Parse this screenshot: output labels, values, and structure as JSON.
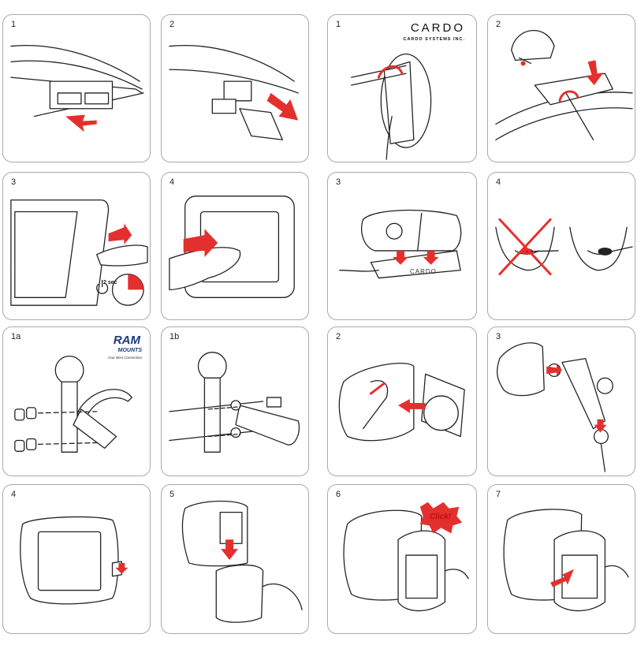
{
  "logos": {
    "cardo_name": "CARDO",
    "cardo_sub": "CARDO SYSTEMS INC.",
    "ram_name": "RAM",
    "ram_sub": "MOUNTS",
    "ram_tag": "Your Best Connection"
  },
  "colors": {
    "accent": "#e3302e",
    "stroke": "#222222",
    "panel_border": "#a9a9a9",
    "ram_blue": "#1b3a7a"
  },
  "panels": [
    {
      "step": "1"
    },
    {
      "step": "2"
    },
    {
      "step": "1"
    },
    {
      "step": "2"
    },
    {
      "step": "3",
      "timer_label": "2 sec",
      "icon": "power-icon"
    },
    {
      "step": "4"
    },
    {
      "step": "3",
      "device_label": "CARDO"
    },
    {
      "step": "4"
    },
    {
      "step": "1a"
    },
    {
      "step": "1b"
    },
    {
      "step": "2"
    },
    {
      "step": "3"
    },
    {
      "step": "4"
    },
    {
      "step": "5"
    },
    {
      "step": "6",
      "callout": "Click!"
    },
    {
      "step": "7"
    }
  ]
}
